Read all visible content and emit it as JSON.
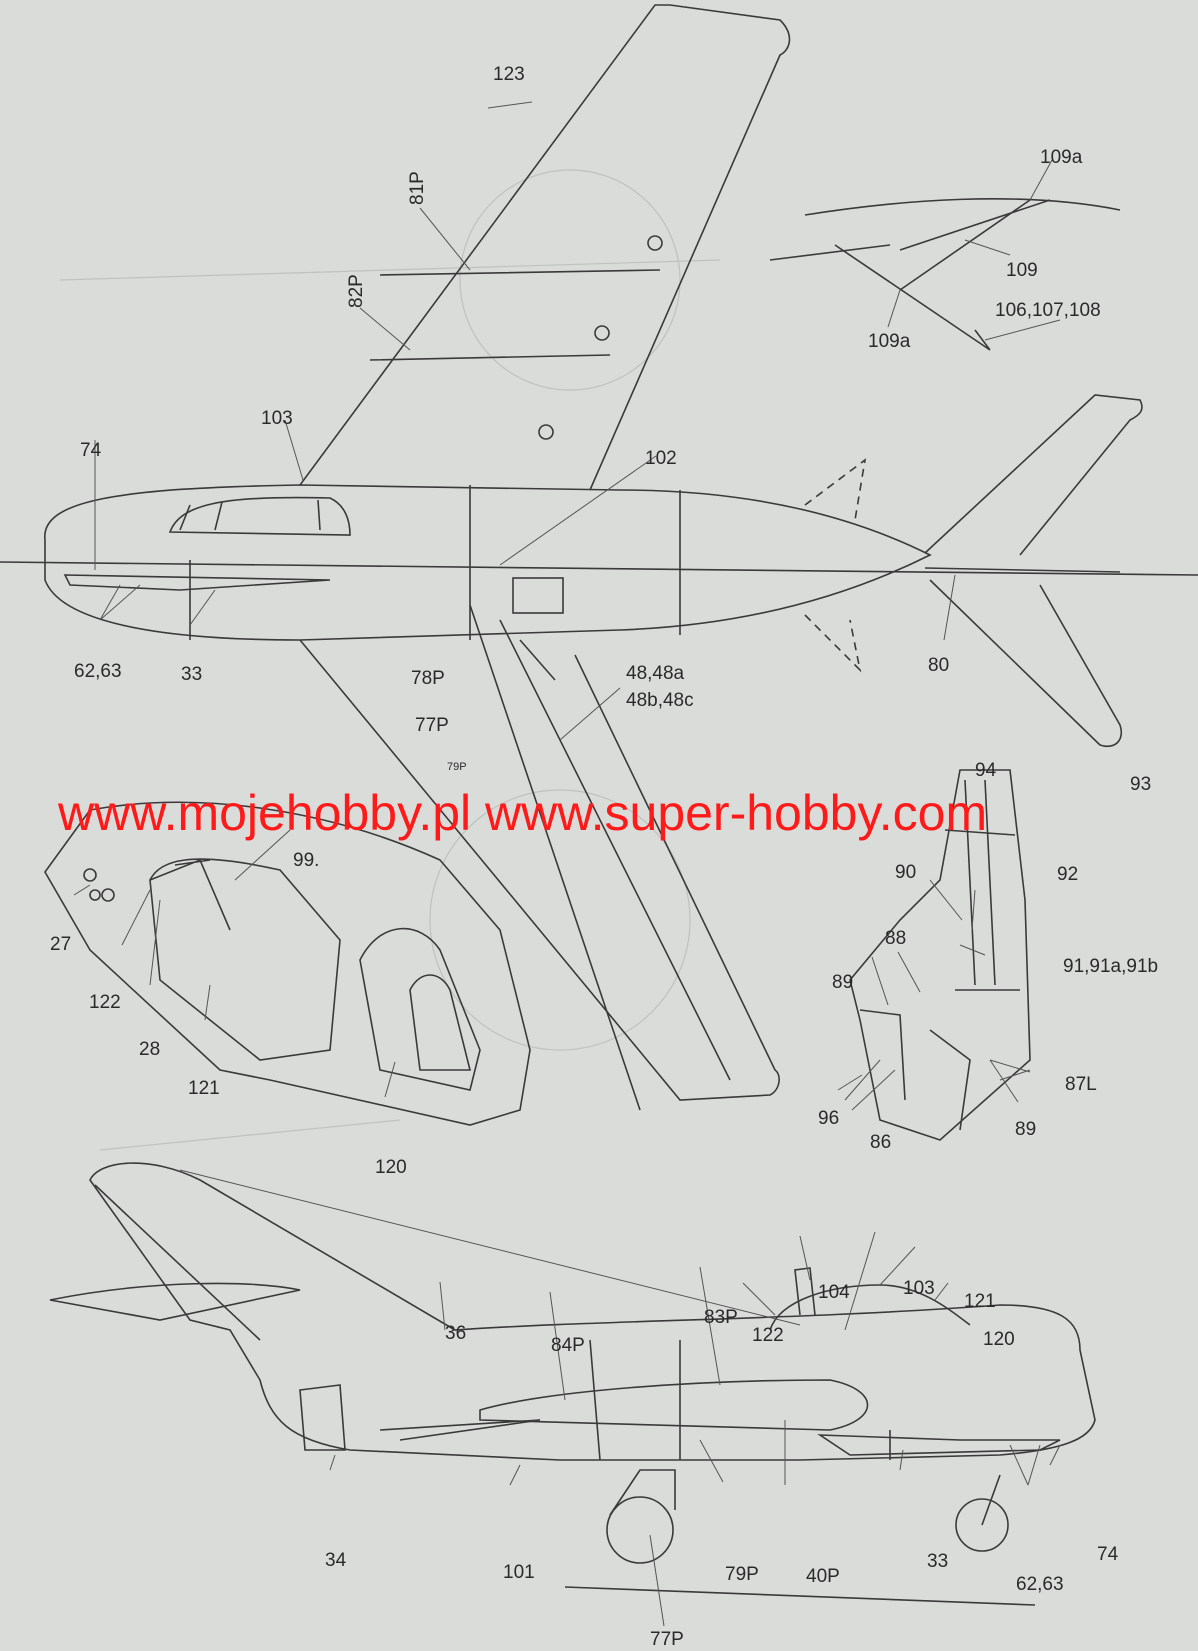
{
  "watermark": "www.mojehobby.pl www.super-hobby.com",
  "top_view_labels": {
    "l123": "123",
    "l81P": "81P",
    "l82P": "82P",
    "l103": "103",
    "l74": "74",
    "l102": "102",
    "l6263": "62,63",
    "l33": "33",
    "l78P": "78P",
    "l77P": "77P",
    "l79P": "79P",
    "l4848a": "48,48a",
    "l48b48c": "48b,48c",
    "l80": "80"
  },
  "strut_detail_labels": {
    "l109a_top": "109a",
    "l109": "109",
    "l109a_bottom": "109a",
    "l106": "106,107,108"
  },
  "seat_labels": {
    "l94": "94",
    "l93": "93",
    "l90": "90",
    "l92": "92",
    "l88": "88",
    "l91": "91,91a,91b",
    "l89a": "89",
    "l87L": "87L",
    "l96": "96",
    "l86": "86",
    "l89b": "89"
  },
  "canopy_labels": {
    "l99": "99.",
    "l27": "27",
    "l122": "122",
    "l28": "28",
    "l121": "121",
    "l120": "120"
  },
  "side_view_labels": {
    "l104": "104",
    "l103": "103",
    "l121": "121",
    "l83P": "83P",
    "l122": "122",
    "l120": "120",
    "l36": "36",
    "l84P": "84P",
    "l34": "34",
    "l101": "101",
    "l79P": "79P",
    "l40P": "40P",
    "l33": "33",
    "l74": "74",
    "l6263": "62,63",
    "l77P": "77P"
  }
}
